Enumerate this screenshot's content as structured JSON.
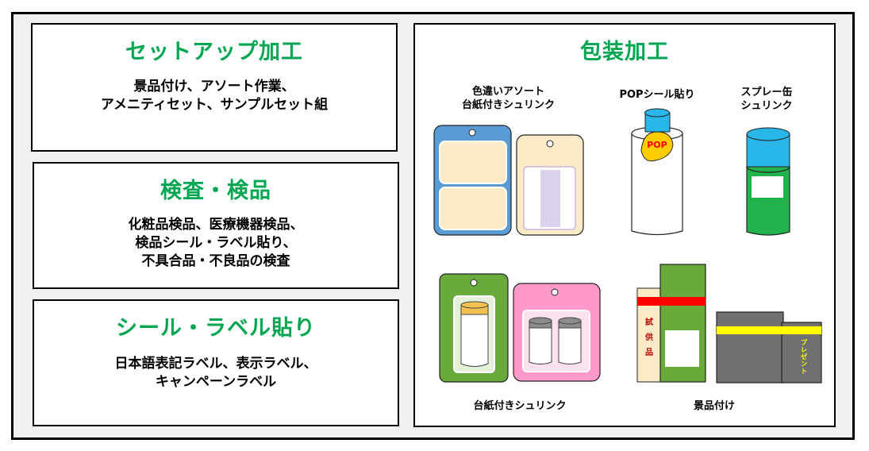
{
  "setup": {
    "title": "セットアップ加工",
    "lines": [
      "景品付け、アソート作業、",
      "アメニティセット、サンプルセット組"
    ]
  },
  "inspection": {
    "title": "検査・検品",
    "lines": [
      "化粧品検品、医療機器検品、",
      "検品シール・ラベル貼り、",
      "不具合品・不良品の検査"
    ]
  },
  "labeling": {
    "title": "シール・ラベル貼り",
    "lines": [
      "日本語表記ラベル、表示ラベル、",
      "キャンペーンラベル"
    ]
  },
  "packaging": {
    "title": "包装加工",
    "items": {
      "assort_shrink": [
        "色違いアソート",
        "台紙付きシュリンク"
      ],
      "pop_seal": "POPシール貼り",
      "spray_can": [
        "スプレー缶",
        "シュリンク"
      ],
      "board_shrink": "台紙付きシュリンク",
      "premium": "景品付け"
    },
    "pop_tag_text": "POP",
    "sample_band_text": [
      "試",
      "供",
      "品"
    ],
    "present_text": [
      "プ",
      "レ",
      "ゼ",
      "ン",
      "ト"
    ]
  },
  "colors": {
    "title_green": "#00a650",
    "card_blue": "#5b9bd5",
    "card_cream": "#fdebc8",
    "card_green": "#6aaa3d",
    "card_pink": "#ff99cc",
    "lid_blue": "#29b6e8",
    "can_green": "#22b24c",
    "box_green": "#6aaa3d",
    "box_gray": "#707070",
    "band_red": "#ff0000",
    "band_yellow": "#ffff00",
    "pop_yellow": "#ffcc00"
  }
}
